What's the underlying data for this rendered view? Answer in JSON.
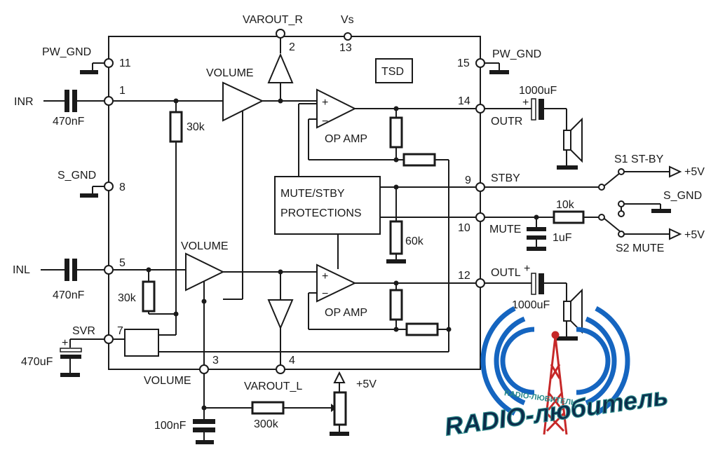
{
  "pins": {
    "varout_r": "VAROUT_R",
    "vs": "Vs",
    "pin2": "2",
    "pin13": "13",
    "pw_gnd_l": "PW_GND",
    "pin11": "11",
    "pw_gnd_r": "PW_GND",
    "pin15": "15",
    "inr": "INR",
    "pin1": "1",
    "c_inr": "470nF",
    "s_gnd": "S_GND",
    "pin8": "8",
    "inl": "INL",
    "pin5": "5",
    "c_inl": "470nF",
    "svr": "SVR",
    "pin7": "7",
    "c_svr": "470uF",
    "pin3": "3",
    "volume_bottom": "VOLUME",
    "pin4": "4",
    "varout_l": "VAROUT_L",
    "c_vol": "100nF",
    "r_vol": "300k",
    "plus5_pot": "+5V",
    "pin14": "14",
    "outr": "OUTR",
    "c_outr": "1000uF",
    "pin9": "9",
    "stby": "STBY",
    "pin10": "10",
    "mute": "MUTE",
    "r_mute": "10k",
    "c_mute": "1uF",
    "pin12": "12",
    "outl": "OUTL",
    "c_outl": "1000uF",
    "s1": "S1 ST-BY",
    "s2": "S2 MUTE",
    "s_gnd_sw": "S_GND",
    "plus5_s1": "+5V",
    "plus5_s2": "+5V"
  },
  "blocks": {
    "tsd": "TSD",
    "volume_top": "VOLUME",
    "volume_mid": "VOLUME",
    "opamp_top": "OP AMP",
    "opamp_bottom": "OP AMP",
    "mute_line1": "MUTE/STBY",
    "mute_line2": "PROTECTIONS",
    "r30k_top": "30k",
    "r30k_left": "30k",
    "r60k": "60k",
    "plus": "+",
    "minus": "−"
  },
  "watermark": {
    "main": "RADIO-любитель",
    "small": "RADIO-ЛЮБИТЕЛЬ"
  },
  "colors": {
    "ink": "#1a1a1a",
    "wave_blue": "#1565c0",
    "tower_red": "#c62828",
    "wm_dark": "#0d2b4a",
    "wm_teal": "#2a8a8a"
  }
}
